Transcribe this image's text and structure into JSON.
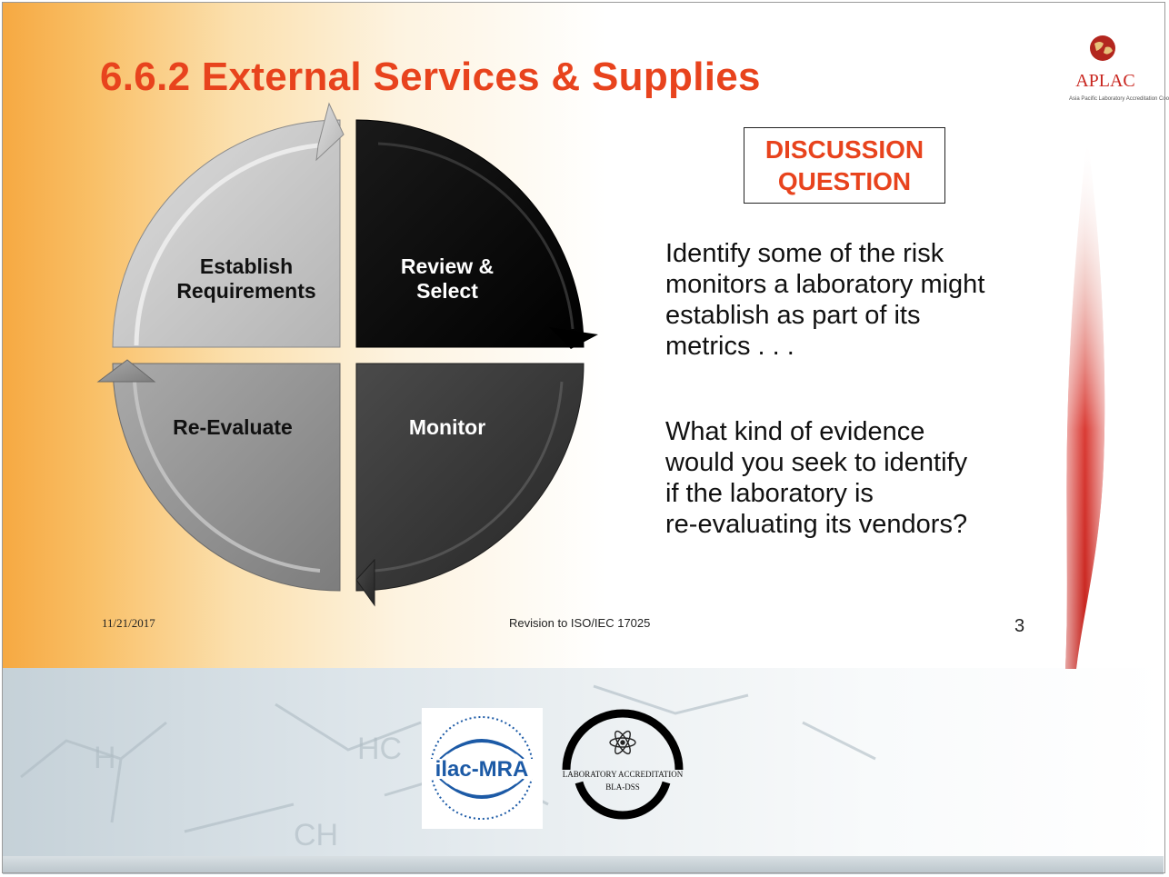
{
  "title": "6.6.2 External Services & Supplies",
  "cycle": {
    "quadrants": [
      {
        "label": "Establish\nRequirements",
        "color": "#c3c3c3"
      },
      {
        "label": "Review &\nSelect",
        "color": "#000000"
      },
      {
        "label": "Re-Evaluate",
        "color": "#999999"
      },
      {
        "label": "Monitor",
        "color": "#3d3d3d"
      }
    ]
  },
  "discussion": {
    "heading": "DISCUSSION\nQUESTION",
    "question_1": "Identify some of the risk\nmonitors a laboratory might\nestablish as part of its\nmetrics . . .",
    "question_2": "What kind of evidence\nwould you seek to identify\nif the laboratory is\nre-evaluating its vendors?"
  },
  "footer": {
    "date": "11/21/2017",
    "center": "Revision to ISO/IEC 17025",
    "page_number": "3"
  },
  "logos": {
    "aplac_name": "APLAC",
    "aplac_tagline": "Asia Pacific Laboratory Accreditation Cooperation",
    "ilac_text": "ilac-MRA",
    "bla_line1": "LABORATORY ACCREDITATION",
    "bla_line2": "BLA-DSS"
  },
  "colors": {
    "title": "#e8431d",
    "accent_red": "#c9261f",
    "ilac_blue": "#1c5aa6"
  }
}
